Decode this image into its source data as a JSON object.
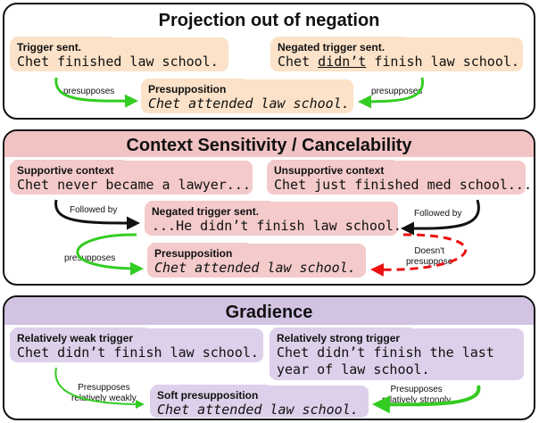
{
  "panels": {
    "p1": {
      "title": "Projection out of negation",
      "trigger_label": "Trigger sent.",
      "trigger_text": "Chet finished law school.",
      "negated_label": "Negated trigger sent.",
      "negated_pre": "Chet ",
      "negated_under": "didn’t",
      "negated_post": " finish law school.",
      "presup_label": "Presupposition",
      "presup_text": "Chet attended law school.",
      "left_edge": "presupposes",
      "right_edge": "presupposes"
    },
    "p2": {
      "title": "Context Sensitivity / Cancelability",
      "supportive_label": "Supportive context",
      "supportive_text": "Chet never became a lawyer...",
      "unsupportive_label": "Unsupportive context",
      "unsupportive_text": "Chet just finished med school...",
      "negated_label": "Negated trigger sent.",
      "negated_text": "...He didn’t finish law school.",
      "presup_label": "Presupposition",
      "presup_text": "Chet attended law school.",
      "left_followed": "Followed by",
      "right_followed": "Followed by",
      "left_presup": "presupposes",
      "doesnt_line1": "Doesn't",
      "doesnt_line2": "presuppose"
    },
    "p3": {
      "title": "Gradience",
      "weak_label": "Relatively weak trigger",
      "weak_text": "Chet didn’t finish law school.",
      "strong_label": "Relatively strong trigger",
      "strong_text_line1": "Chet didn’t finish the last",
      "strong_text_line2": "year of law school.",
      "soft_label": "Soft presupposition",
      "soft_text": "Chet attended law school.",
      "left_edge_line1": "Presupposes",
      "left_edge_line2": "relatively weakly",
      "right_edge_line1": "Presupposes",
      "right_edge_line2": "relatively strongly"
    }
  },
  "colors": {
    "panel1_header": "#ffffff",
    "panel2_header": "#f2c3c3",
    "panel3_header": "#d2c3e3",
    "peach_box": "#fbe2c8",
    "pink_box": "#f4caca",
    "lavender_box": "#ddd0ea",
    "green_arrow": "#33cc22",
    "red_arrow": "#ee1111",
    "black_arrow": "#111111"
  }
}
